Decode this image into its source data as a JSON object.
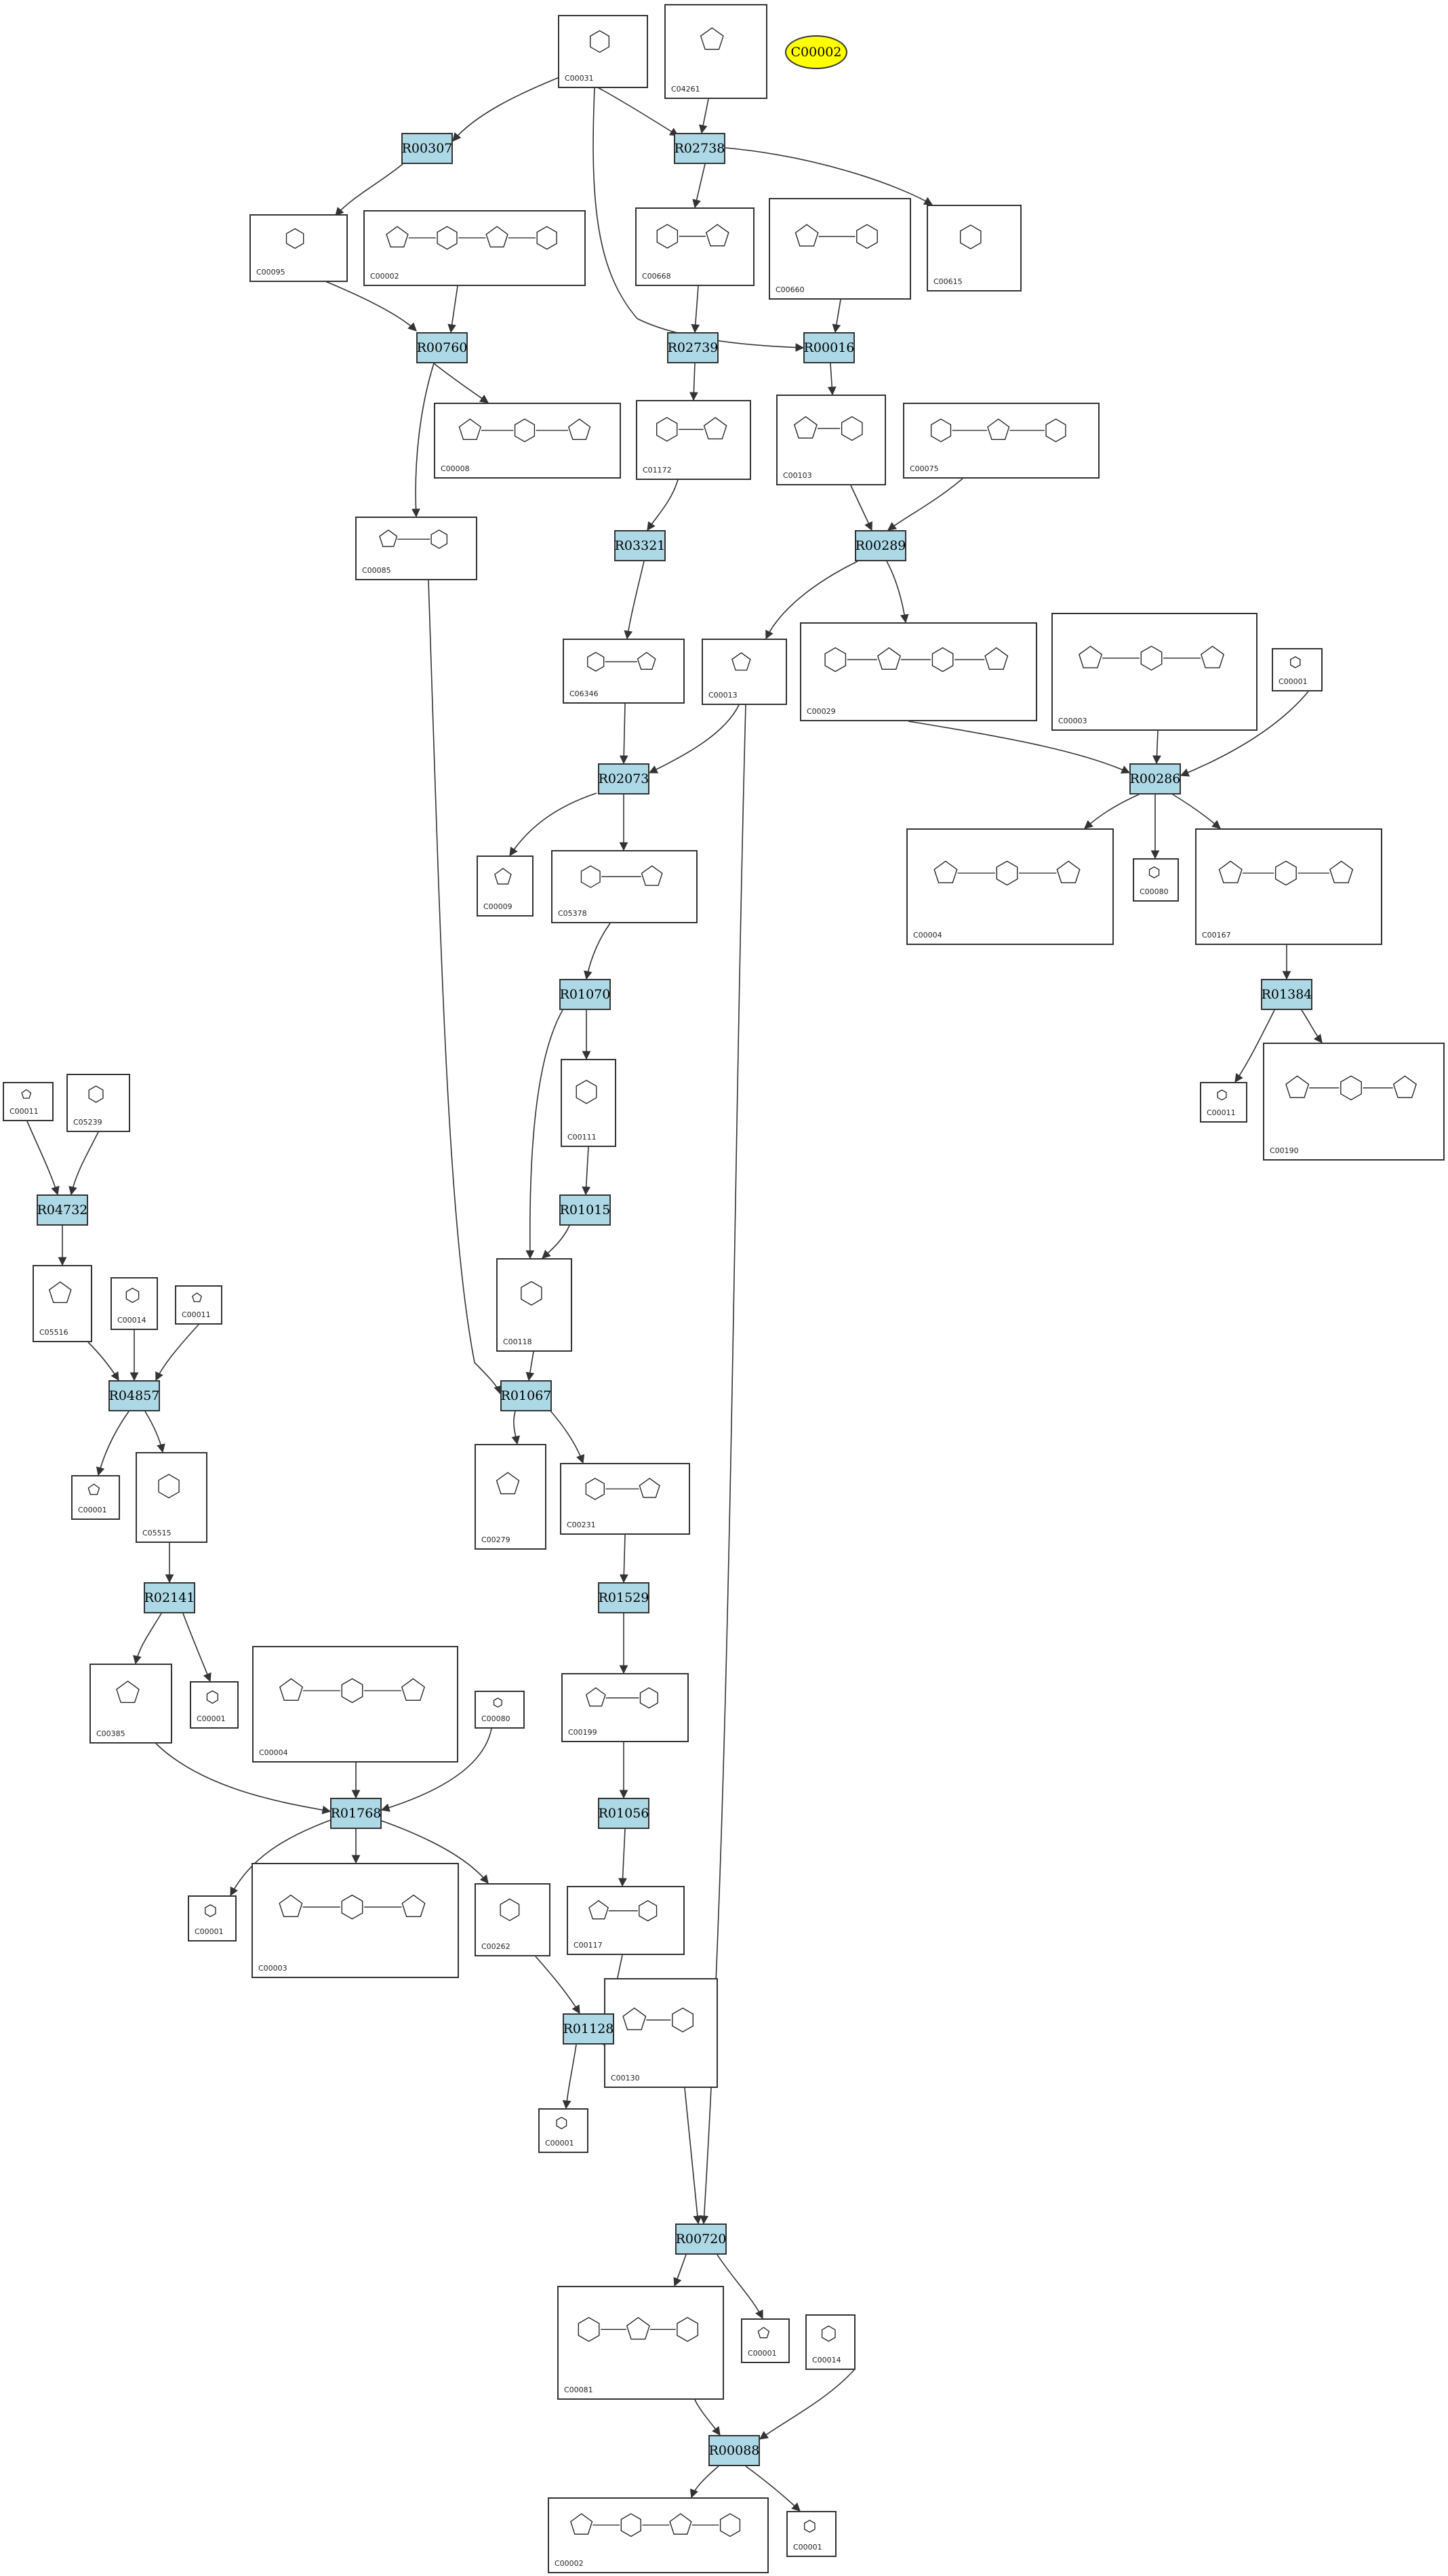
{
  "highlight": {
    "label": "C00002",
    "color": "#ffff00"
  },
  "colors": {
    "reaction_fill": "#add8e6",
    "edge": "#333333",
    "compound_border": "#333333"
  },
  "reactions": [
    {
      "id": "R00307"
    },
    {
      "id": "R02738"
    },
    {
      "id": "R00760"
    },
    {
      "id": "R02739"
    },
    {
      "id": "R00016"
    },
    {
      "id": "R03321"
    },
    {
      "id": "R00289"
    },
    {
      "id": "R02073"
    },
    {
      "id": "R00286"
    },
    {
      "id": "R01070"
    },
    {
      "id": "R01384"
    },
    {
      "id": "R04732"
    },
    {
      "id": "R01015"
    },
    {
      "id": "R04857"
    },
    {
      "id": "R01067"
    },
    {
      "id": "R02141"
    },
    {
      "id": "R01529"
    },
    {
      "id": "R01768"
    },
    {
      "id": "R01056"
    },
    {
      "id": "R01128"
    },
    {
      "id": "R00720"
    },
    {
      "id": "R00088"
    }
  ],
  "compounds": [
    {
      "id": "C00031"
    },
    {
      "id": "C04261"
    },
    {
      "id": "C00095"
    },
    {
      "id": "C00002"
    },
    {
      "id": "C00668"
    },
    {
      "id": "C00660"
    },
    {
      "id": "C00615"
    },
    {
      "id": "C00008"
    },
    {
      "id": "C01172"
    },
    {
      "id": "C00103"
    },
    {
      "id": "C00075"
    },
    {
      "id": "C00085"
    },
    {
      "id": "C06346"
    },
    {
      "id": "C00013"
    },
    {
      "id": "C00029"
    },
    {
      "id": "C00003"
    },
    {
      "id": "C00001"
    },
    {
      "id": "C00009"
    },
    {
      "id": "C05378"
    },
    {
      "id": "C00004"
    },
    {
      "id": "C00080"
    },
    {
      "id": "C00167"
    },
    {
      "id": "C00111"
    },
    {
      "id": "C00011"
    },
    {
      "id": "C05239"
    },
    {
      "id": "C00190"
    },
    {
      "id": "C00011"
    },
    {
      "id": "C05516"
    },
    {
      "id": "C00014"
    },
    {
      "id": "C00011"
    },
    {
      "id": "C00118"
    },
    {
      "id": "C00001"
    },
    {
      "id": "C05515"
    },
    {
      "id": "C00279"
    },
    {
      "id": "C00231"
    },
    {
      "id": "C00385"
    },
    {
      "id": "C00001"
    },
    {
      "id": "C00004"
    },
    {
      "id": "C00080"
    },
    {
      "id": "C00199"
    },
    {
      "id": "C00001"
    },
    {
      "id": "C00003"
    },
    {
      "id": "C00262"
    },
    {
      "id": "C00117"
    },
    {
      "id": "C00001"
    },
    {
      "id": "C00130"
    },
    {
      "id": "C00081"
    },
    {
      "id": "C00001"
    },
    {
      "id": "C00014"
    },
    {
      "id": "C00002"
    },
    {
      "id": "C00001"
    }
  ]
}
